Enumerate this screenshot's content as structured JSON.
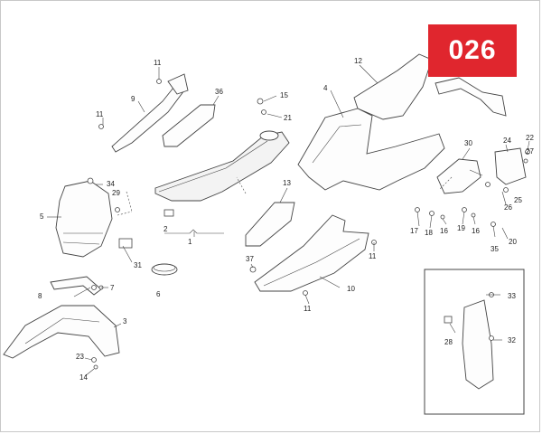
{
  "badge": {
    "code": "026",
    "bg": "#e0262e"
  },
  "labels": [
    "1",
    "2",
    "3",
    "4",
    "5",
    "6",
    "7",
    "8",
    "9",
    "10",
    "11",
    "12",
    "13",
    "14",
    "15",
    "16",
    "17",
    "18",
    "19",
    "20",
    "21",
    "22",
    "23",
    "24",
    "25",
    "26",
    "27",
    "28",
    "29",
    "30",
    "31",
    "32",
    "33",
    "34",
    "35",
    "36",
    "37"
  ]
}
